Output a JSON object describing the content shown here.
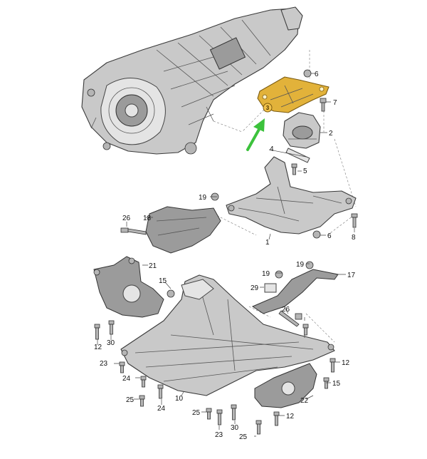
{
  "callouts": {
    "c1": "1",
    "c2": "2",
    "c3": "3",
    "c4": "4",
    "c5": "5",
    "c6": "6",
    "c6b": "6",
    "c7": "7",
    "c8": "8",
    "c10": "10",
    "c12a": "12",
    "c12b": "12",
    "c12c": "12",
    "c15a": "15",
    "c15b": "15",
    "c17": "17",
    "c18": "18",
    "c19a": "19",
    "c19b": "19",
    "c19c": "19",
    "c21": "21",
    "c22": "22",
    "c23a": "23",
    "c23b": "23",
    "c24a": "24",
    "c24b": "24",
    "c25a": "25",
    "c25b": "25",
    "c25c": "25",
    "c26a": "26",
    "c26b": "26",
    "c29": "29",
    "c30a": "30",
    "c30b": "30"
  },
  "highlight": {
    "part_number": "3",
    "color": "#e2b23a",
    "arrow_color": "#3cc23c"
  }
}
